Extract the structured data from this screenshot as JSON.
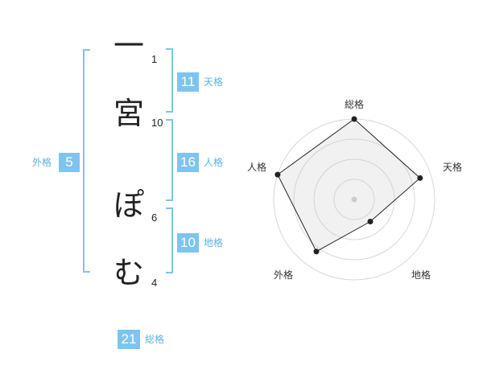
{
  "name": {
    "chars": [
      {
        "char": "一",
        "strokes": "1"
      },
      {
        "char": "宮",
        "strokes": "10"
      },
      {
        "char": "ぽ",
        "strokes": "6"
      },
      {
        "char": "む",
        "strokes": "4"
      }
    ]
  },
  "fortune": {
    "tenkaku": {
      "label": "天格",
      "value": "11"
    },
    "jinkaku": {
      "label": "人格",
      "value": "16"
    },
    "chikaku": {
      "label": "地格",
      "value": "10"
    },
    "gaikaku": {
      "label": "外格",
      "value": "5"
    },
    "soukaku": {
      "label": "総格",
      "value": "21"
    }
  },
  "accent_color": "#7fc4ee",
  "chart_data": {
    "type": "radar",
    "axes": [
      "総格",
      "天格",
      "地格",
      "外格",
      "人格"
    ],
    "max": 5,
    "rings": 4,
    "values": [
      5,
      4.3,
      1.7,
      4,
      5
    ]
  }
}
